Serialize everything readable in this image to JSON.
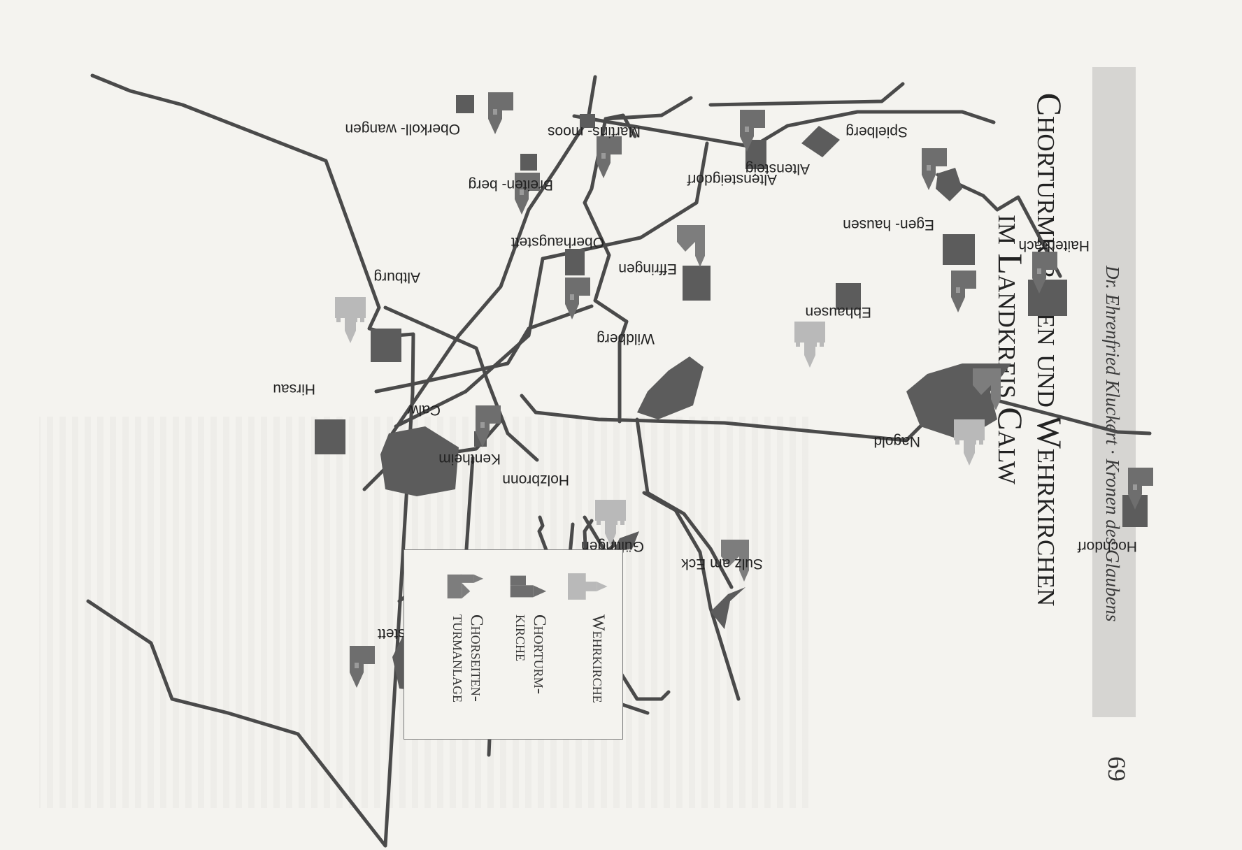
{
  "header": {
    "running_title": "Dr. Ehrenfried Kluckert · Kronen des Glaubens",
    "page_number": "69"
  },
  "title": {
    "line1": "Chorturmkirchen und Wehrkirchen",
    "line2": "im Landkreis Calw"
  },
  "places": {
    "hirsau": "Hirsau",
    "calw": "Calw",
    "altburg": "Altburg",
    "oberkollwangen": "Oberkoll- wangen",
    "breitenberg": "Breiten- berg",
    "martinsmoos": "Martins- moos",
    "oberhaugstett": "Oberhaugstett",
    "altensteigdorf": "Altensteigdorf",
    "altensteig": "Altensteig",
    "spielberg": "Spielberg",
    "egenhausen": "Egen- hausen",
    "haiterbach": "Haiterbach",
    "ebhausen": "Ebhausen",
    "effringen": "Effringen",
    "wildberg": "Wildberg",
    "kentheim": "Kentheim",
    "holzbronn": "Holzbronn",
    "guetlingen": "Gültingen",
    "sulz_am_eck": "Sulz am Eck",
    "nagold": "Nagold",
    "hochdorf": "Hochdorf",
    "althengstett": "Althengstett"
  },
  "legend": {
    "wehrkirche": "Wehrkirche",
    "chorturmkirche": "Chorturm- kirche",
    "chorseitenturmanlage": "Chorseiten- turmanlage"
  },
  "colors": {
    "road": "#4a4a4a",
    "town_fill": "#5c5c5c",
    "wehrkirche": "#b9b9b9",
    "chorturmkirche": "#6e6e6e",
    "chorseitenturmanlage": "#7d7d7d",
    "header_bar": "#d6d5d2"
  },
  "symbols": {
    "wehrkirche": "church-fortified-icon",
    "chorturmkirche": "church-choir-tower-icon",
    "chorseitenturmanlage": "church-side-tower-icon"
  }
}
